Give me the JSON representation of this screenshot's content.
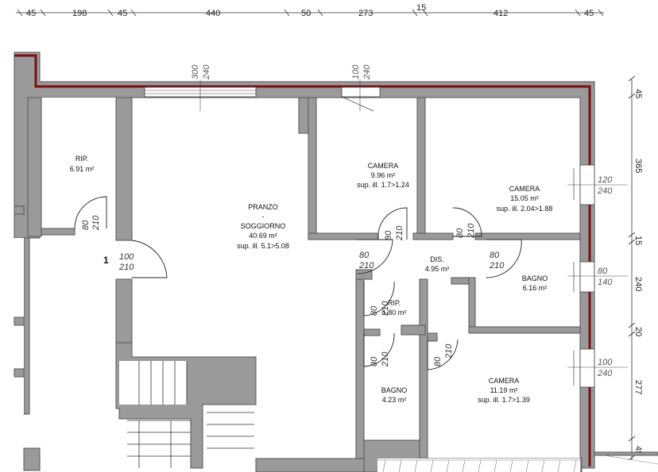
{
  "top_dimensions": [
    "45",
    "198",
    "45",
    "440",
    "50",
    "273",
    "15",
    "412",
    "45"
  ],
  "right_dimensions": [
    "45",
    "365",
    "15",
    "240",
    "20",
    "277",
    "45"
  ],
  "entrance_label": "1",
  "rooms": {
    "rip1": {
      "name": "RIP.",
      "area": "6.91 m²"
    },
    "pranzo": {
      "name": "PRANZO",
      "sep": "-",
      "name2": "SOGGIORNO",
      "area": "40.69 m²",
      "ill": "sup. ill. 5.1>5.08"
    },
    "camera1": {
      "name": "CAMERA",
      "area": "9.96 m²",
      "ill": "sup. ill. 1.7>1.24"
    },
    "camera2": {
      "name": "CAMERA",
      "area": "15.05 m²",
      "ill": "sup. ill. 2.04>1.88"
    },
    "dis": {
      "name": "DIS.",
      "area": "4.95 m²"
    },
    "bagno1": {
      "name": "BAGNO",
      "area": "6.16 m²"
    },
    "rip2": {
      "name": "RIP.",
      "area": "1.80 m²"
    },
    "bagno2": {
      "name": "BAGNO",
      "area": "4.23 m²"
    },
    "camera3": {
      "name": "CAMERA",
      "area": "11.19 m²",
      "ill": "sup. ill. 1.7>1.39"
    }
  },
  "openings": {
    "win_top1": {
      "w": "300",
      "h": "240"
    },
    "win_top2": {
      "w": "100",
      "h": "240"
    },
    "door_rip1": {
      "w": "80",
      "h": "210"
    },
    "door_entry": {
      "w": "100",
      "h": "210"
    },
    "door_cam1": {
      "w": "80",
      "h": "210"
    },
    "door_cam2": {
      "w": "80",
      "h": "210"
    },
    "door_dis_l": {
      "w": "80",
      "h": "210"
    },
    "door_dis_r": {
      "w": "80",
      "h": "210"
    },
    "door_rip2": {
      "w": "80",
      "h": "210"
    },
    "door_bagno2": {
      "w": "80",
      "h": "210"
    },
    "door_cam3": {
      "w": "80",
      "h": "210"
    },
    "win_r1": {
      "w": "120",
      "h": "240"
    },
    "win_r2": {
      "w": "80",
      "h": "140"
    },
    "win_r3": {
      "w": "100",
      "h": "240"
    }
  }
}
